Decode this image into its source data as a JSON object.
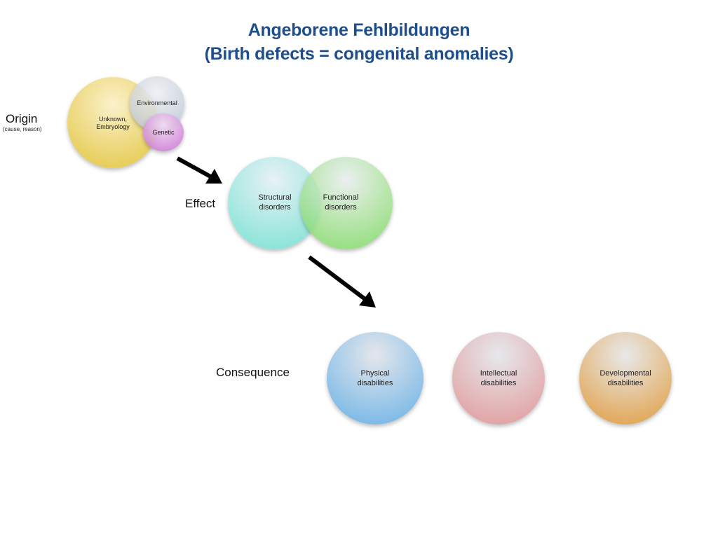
{
  "title": {
    "line1": "Angeborene Fehlbildungen",
    "line2": "(Birth defects = congenital anomalies)"
  },
  "origin": {
    "label": "Origin",
    "sublabel": "(cause, reason)",
    "circles": {
      "unknown": "Unknown,\nEmbryology",
      "environmental": "Environmental",
      "genetic": "Genetic"
    }
  },
  "effect": {
    "label": "Effect",
    "circles": {
      "structural": "Structural\ndisorders",
      "functional": "Functional\ndisorders"
    }
  },
  "consequence": {
    "label": "Consequence",
    "circles": {
      "physical": "Physical\ndisabilities",
      "intellectual": "Intellectual\ndisabilities",
      "developmental": "Developmental\ndisabilities"
    }
  },
  "colors": {
    "title": "#1f4e8c",
    "unknown": "#e2c43c",
    "environmental": "#b4becd",
    "genetic": "#c86ed2",
    "structural": "#78e1d2",
    "functional": "#78d75a",
    "physical": "#6eb4e6",
    "intellectual": "#e19b9b",
    "developmental": "#e1a046",
    "arrow": "#000000"
  }
}
